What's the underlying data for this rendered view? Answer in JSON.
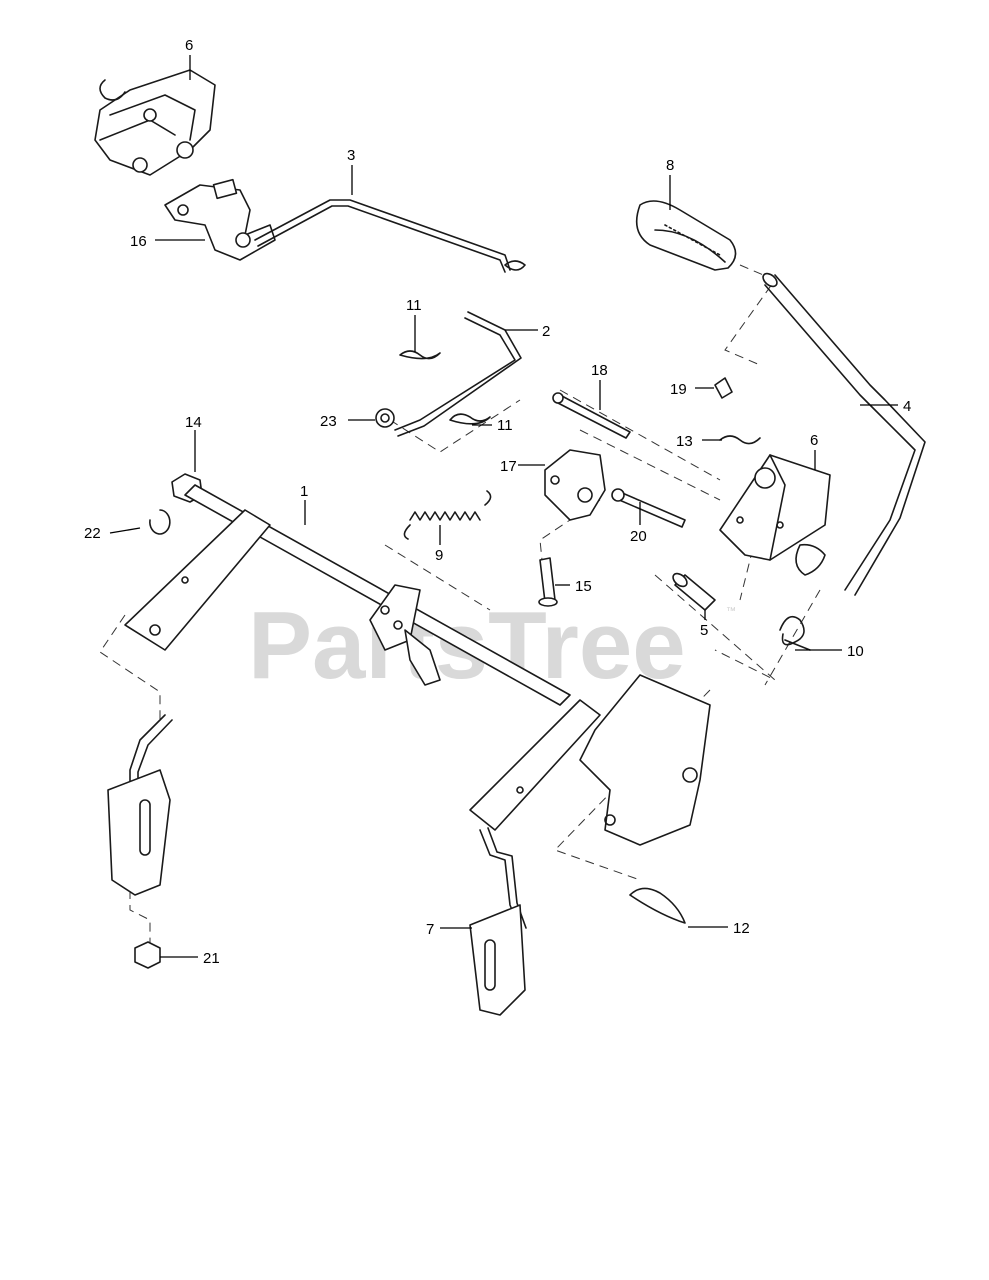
{
  "watermark": {
    "text": "PartsTree",
    "trademark": "™",
    "color": "#d9d9d9"
  },
  "callouts": {
    "c1": "1",
    "c2": "2",
    "c3": "3",
    "c4": "4",
    "c5": "5",
    "c6a": "6",
    "c6b": "6",
    "c7": "7",
    "c8": "8",
    "c9": "9",
    "c10": "10",
    "c11a": "11",
    "c11b": "11",
    "c12": "12",
    "c13": "13",
    "c14": "14",
    "c15": "15",
    "c16": "16",
    "c17": "17",
    "c18": "18",
    "c19": "19",
    "c20": "20",
    "c21": "21",
    "c22": "22",
    "c23": "23"
  }
}
